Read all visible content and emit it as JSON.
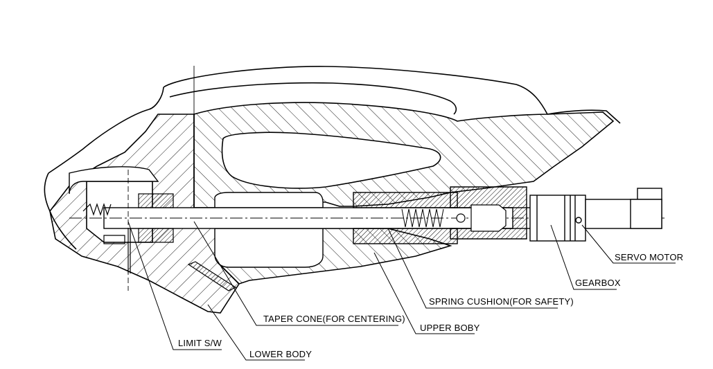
{
  "labels": {
    "servo_motor": "SERVO MOTOR",
    "gearbox": "GEARBOX",
    "spring_cushion": "SPRING CUSHION(FOR SAFETY)",
    "taper_cone": "TAPER CONE(FOR CENTERING)",
    "upper_body": "UPPER BOBY",
    "limit_switch": "LIMIT S/W",
    "lower_body": "LOWER BODY"
  },
  "colors": {
    "line": "#000000",
    "background": "#ffffff"
  }
}
